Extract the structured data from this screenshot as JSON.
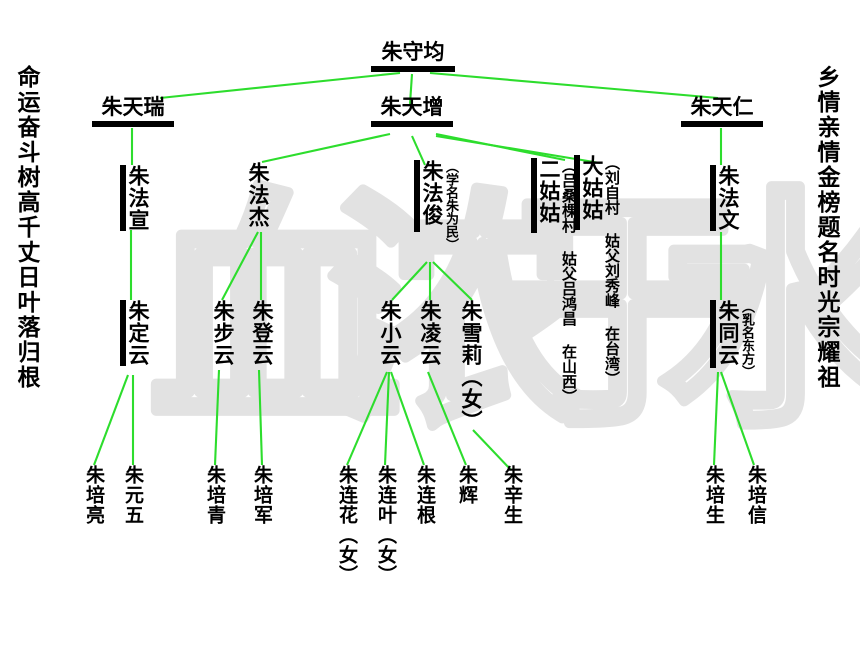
{
  "meta": {
    "link_color": "#2ddd2d",
    "text_color": "#000000",
    "watermark_color": "#e2e2e2",
    "background": "#ffffff",
    "watermark_text": "血浓于水"
  },
  "couplets": {
    "left": "命运奋斗树高千丈日叶落归根",
    "right": "乡情亲情金榜题名时光宗耀祖"
  },
  "tree": {
    "root": {
      "name": "朱守均"
    },
    "generation2": [
      {
        "name": "朱天瑞"
      },
      {
        "name": "朱天增"
      },
      {
        "name": "朱天仁"
      }
    ],
    "generation3": [
      {
        "name": "朱法宣",
        "note": ""
      },
      {
        "name": "朱法杰",
        "note": ""
      },
      {
        "name": "朱法俊",
        "note": "（学名朱为民）"
      },
      {
        "name": "二姑姑",
        "note": "（吕桑棵村 姑父吕鸿昌 在山西）"
      },
      {
        "name": "大姑姑",
        "note": "（刘自村 姑父刘秀峰 在台湾）"
      },
      {
        "name": "朱法文",
        "note": ""
      }
    ],
    "generation4": [
      {
        "name": "朱定云",
        "note": ""
      },
      {
        "name": "朱步云",
        "note": ""
      },
      {
        "name": "朱登云",
        "note": ""
      },
      {
        "name": "朱小云",
        "note": ""
      },
      {
        "name": "朱凌云",
        "note": ""
      },
      {
        "name": "朱雪莉（女）",
        "note": ""
      },
      {
        "name": "朱同云",
        "note": "（乳名东方）"
      }
    ],
    "generation5": [
      {
        "name": "朱培亮"
      },
      {
        "name": "朱元五"
      },
      {
        "name": "朱培青"
      },
      {
        "name": "朱培军"
      },
      {
        "name": "朱连花（女）"
      },
      {
        "name": "朱连叶（女）"
      },
      {
        "name": "朱连根"
      },
      {
        "name": "朱辉"
      },
      {
        "name": "朱辛生"
      },
      {
        "name": "朱培生"
      },
      {
        "name": "朱培信"
      }
    ]
  }
}
